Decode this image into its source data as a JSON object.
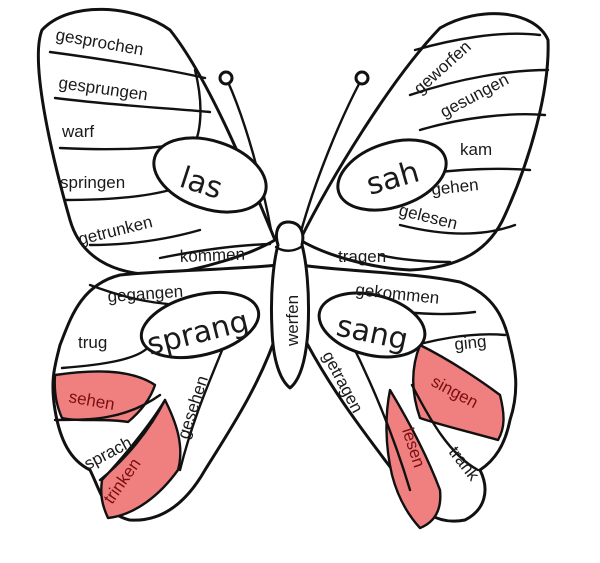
{
  "colors": {
    "highlight": "#f08080",
    "ink": "#111111",
    "background": "#ffffff"
  },
  "words": {
    "upper_left": [
      "gesprochen",
      "gesprungen",
      "warf",
      "springen",
      "getrunken",
      "kommen",
      "las"
    ],
    "upper_right": [
      "geworfen",
      "gesungen",
      "kam",
      "gehen",
      "gelesen",
      "tragen",
      "sah"
    ],
    "lower_left": [
      "gegangen",
      "trug",
      "sprang",
      "sehen",
      "sprach",
      "trinken",
      "gesehen"
    ],
    "lower_right": [
      "gekommen",
      "sang",
      "ging",
      "singen",
      "getragen",
      "lesen",
      "trank"
    ],
    "body": "werfen"
  }
}
